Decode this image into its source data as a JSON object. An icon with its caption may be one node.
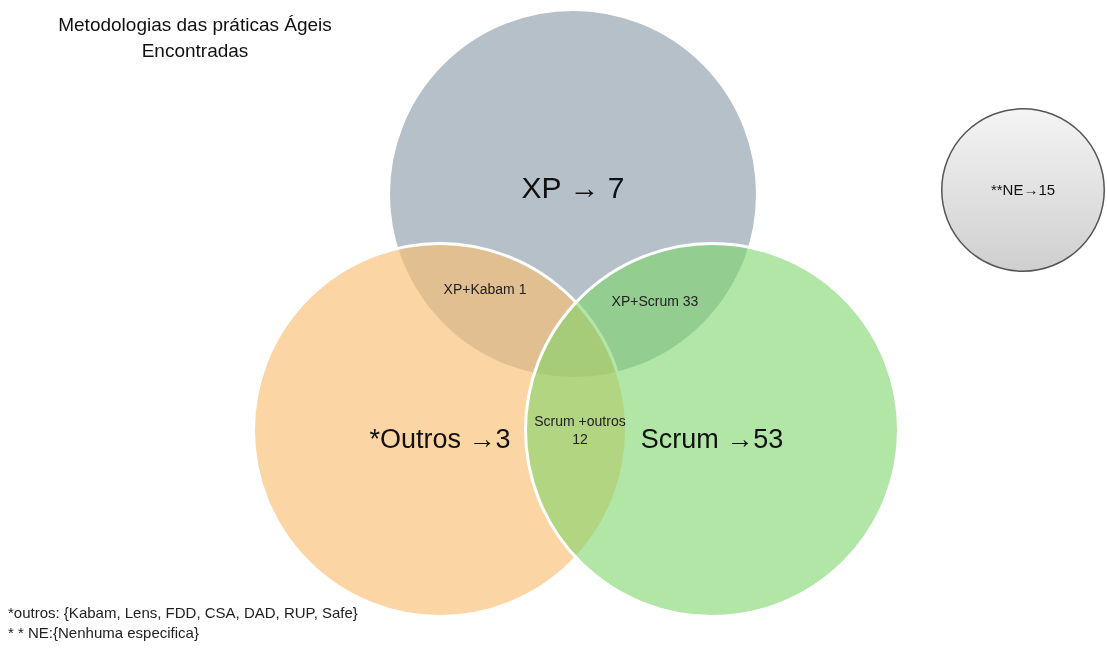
{
  "diagram": {
    "title": "Metodologias das práticas Ágeis Encontradas",
    "nodes": [
      {
        "text": [
          "XP → 7"
        ]
      },
      {
        "text": [
          "*Outros →3"
        ]
      },
      {
        "text": [
          "Scrum →53"
        ]
      },
      {
        "text": [
          "**NE→15"
        ]
      }
    ],
    "labels": [
      "XP+Kabam 1",
      "XP+Scrum 33",
      "Scrum +outros 12",
      "*outros: {Kabam, Lens, FDD, CSA, DAD, RUP, Safe}",
      "* * NE:{Nenhuma especifica}"
    ]
  }
}
